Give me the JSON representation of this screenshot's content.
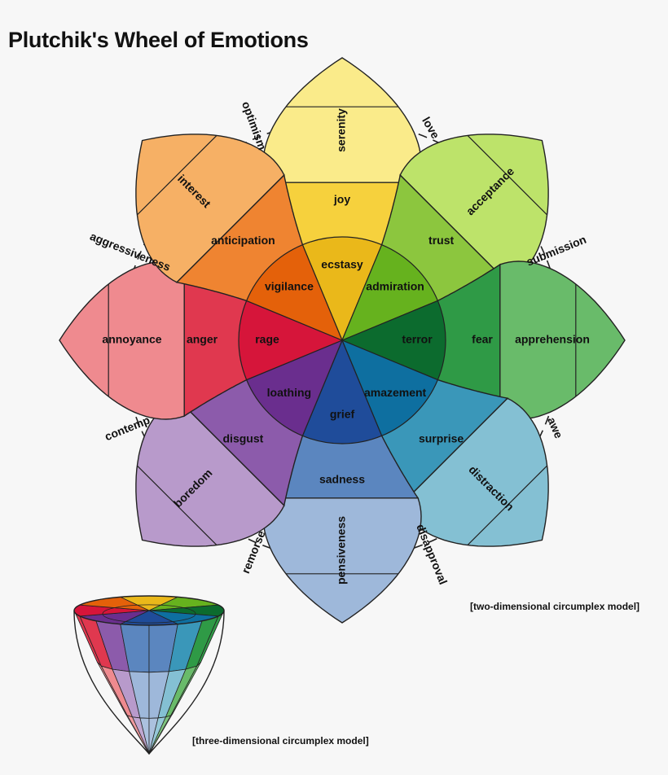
{
  "title": "Plutchik's Wheel of Emotions",
  "caption_2d": "[two-dimensional circumplex model]",
  "caption_3d": "[three-dimensional circumplex model]",
  "petals": [
    {
      "key": "joy",
      "inner": "ecstasy",
      "middle": "joy",
      "outer": "serenity",
      "colors": [
        "#eab81a",
        "#f6d13d",
        "#faeb8a"
      ]
    },
    {
      "key": "trust",
      "inner": "admiration",
      "middle": "trust",
      "outer": "acceptance",
      "colors": [
        "#66b21e",
        "#8cc63e",
        "#bde36a"
      ]
    },
    {
      "key": "fear",
      "inner": "terror",
      "middle": "fear",
      "outer": "apprehension",
      "colors": [
        "#0c6b2e",
        "#2f9a46",
        "#69bb6a"
      ]
    },
    {
      "key": "surprise",
      "inner": "amazement",
      "middle": "surprise",
      "outer": "distraction",
      "colors": [
        "#0e6fa0",
        "#3a97b9",
        "#84c0d3"
      ]
    },
    {
      "key": "sadness",
      "inner": "grief",
      "middle": "sadness",
      "outer": "pensiveness",
      "colors": [
        "#1f4c9a",
        "#5b86bf",
        "#9eb8da"
      ]
    },
    {
      "key": "disgust",
      "inner": "loathing",
      "middle": "disgust",
      "outer": "boredom",
      "colors": [
        "#6a2e8e",
        "#8c5bab",
        "#b89acb"
      ]
    },
    {
      "key": "anger",
      "inner": "rage",
      "middle": "anger",
      "outer": "annoyance",
      "colors": [
        "#d6153a",
        "#e0384f",
        "#ef8a8f"
      ]
    },
    {
      "key": "anticipation",
      "inner": "vigilance",
      "middle": "anticipation",
      "outer": "interest",
      "colors": [
        "#e4610a",
        "#ef8431",
        "#f6b065"
      ]
    }
  ],
  "dyads": [
    "love",
    "submission",
    "awe",
    "disapproval",
    "remorse",
    "contemp",
    "aggressiveness",
    "optimism"
  ]
}
